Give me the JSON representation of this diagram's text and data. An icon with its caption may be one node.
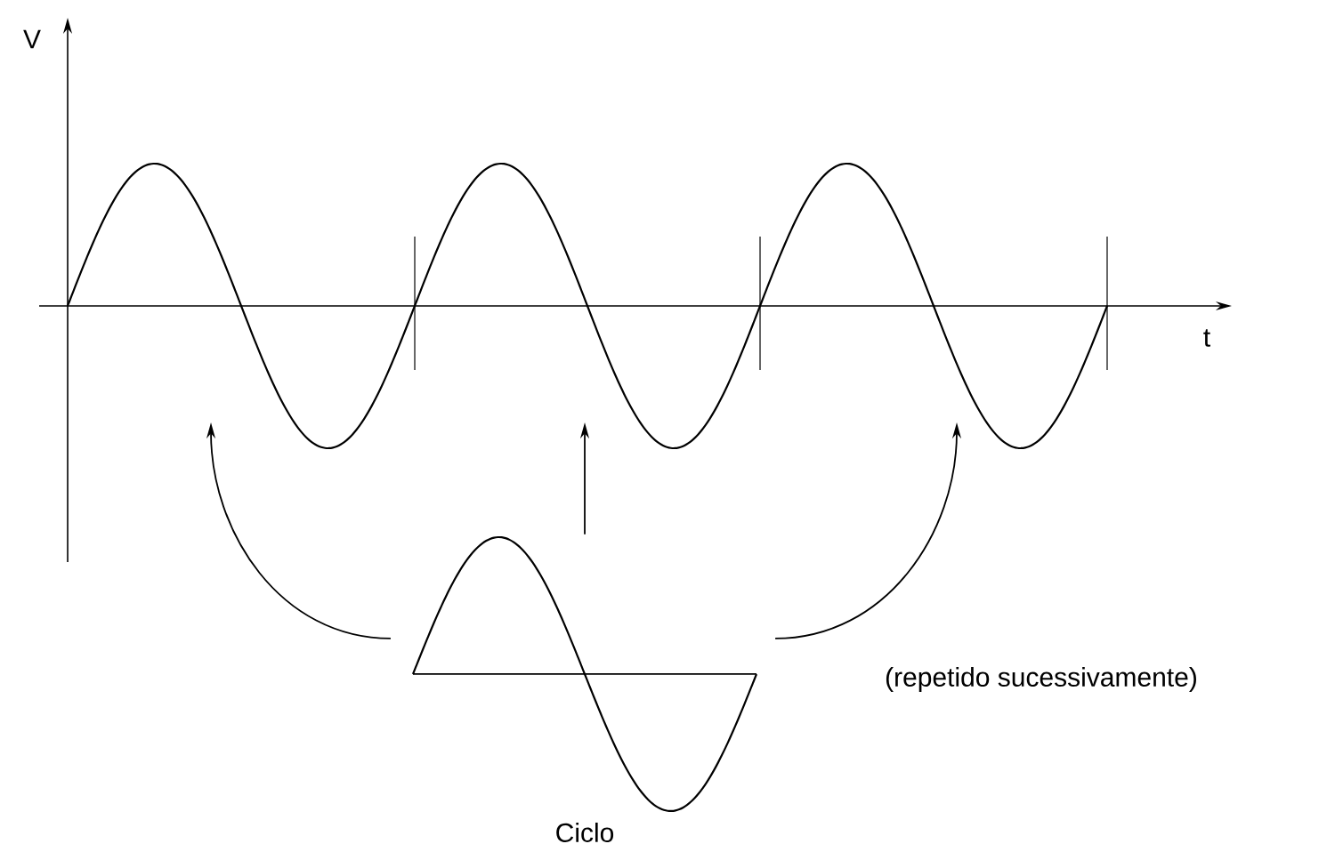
{
  "diagram": {
    "nodes": [
      {
        "text": [],
        "shape": "picture"
      },
      {
        "text": [],
        "shape": "picture"
      },
      {
        "text": [],
        "shape": "picture"
      },
      {
        "text": [],
        "shape": "picture",
        "beside": [
          "Ciclo"
        ]
      }
    ],
    "edges": [
      {
        "from": 3,
        "to": 0,
        "arrow": "to"
      },
      {
        "from": 3,
        "to": 1,
        "arrow": "to"
      },
      {
        "from": 3,
        "to": 2,
        "arrow": "to"
      }
    ],
    "labels": [
      "V",
      "t",
      "(repetido sucessivamente)"
    ]
  }
}
